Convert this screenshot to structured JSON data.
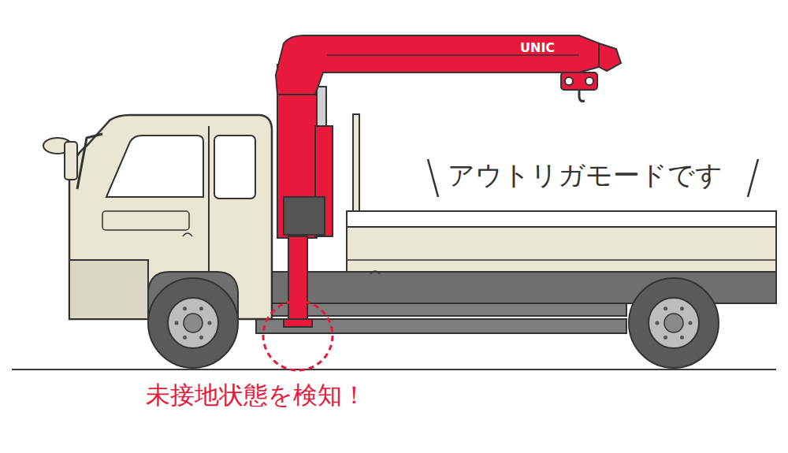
{
  "diagram": {
    "labels": [
      "UNIC",
      "アウトリガモードです",
      "未接地状態を検知！"
    ]
  }
}
